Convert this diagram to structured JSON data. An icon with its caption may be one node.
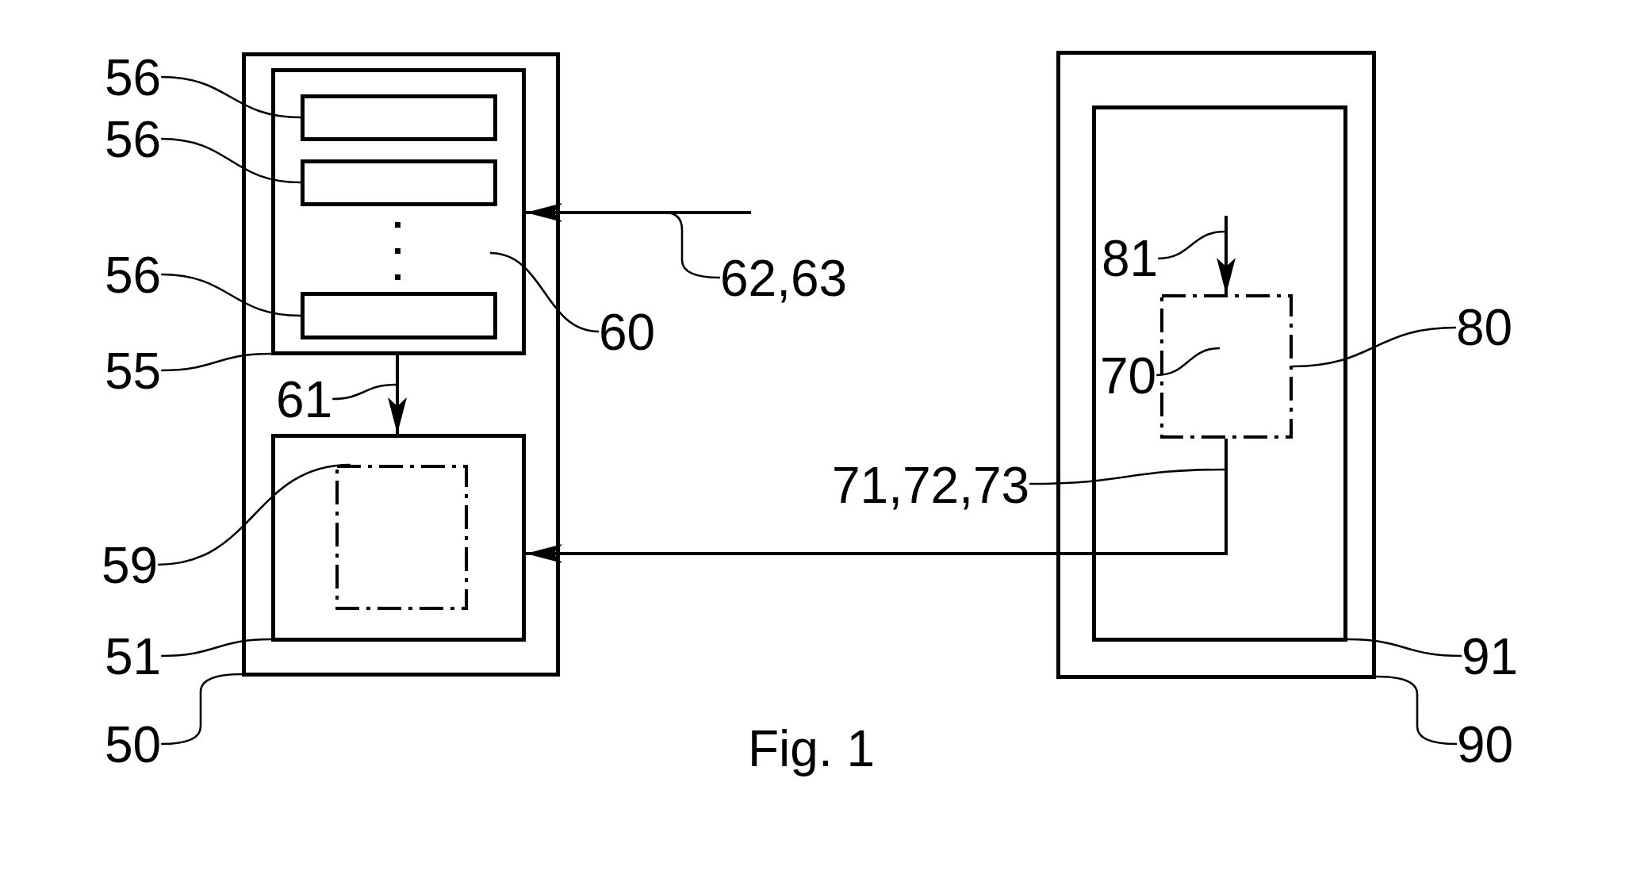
{
  "diagram": {
    "caption": "Fig. 1",
    "nodes": [
      {
        "text": [],
        "shape": "box"
      },
      {
        "text": [],
        "shape": "box",
        "in": 0
      },
      {
        "text": [],
        "shape": "box",
        "in": 1
      },
      {
        "text": [],
        "shape": "box",
        "in": 1
      },
      {
        "text": [],
        "shape": "box",
        "in": 1
      },
      {
        "text": [],
        "shape": "box",
        "in": 0
      },
      {
        "text": [],
        "shape": "box",
        "in": 5
      },
      {
        "text": [],
        "shape": "box"
      },
      {
        "text": [],
        "shape": "box",
        "in": 7
      },
      {
        "text": [],
        "shape": "box",
        "in": 8
      },
      {
        "text": [
          "56"
        ]
      },
      {
        "text": [
          "56"
        ]
      },
      {
        "text": [
          "56"
        ]
      },
      {
        "text": [
          "55"
        ]
      },
      {
        "text": [
          "61"
        ],
        "in": 0
      },
      {
        "text": [
          "59"
        ]
      },
      {
        "text": [
          "51"
        ]
      },
      {
        "text": [
          "50"
        ]
      },
      {
        "text": [
          "60"
        ]
      },
      {
        "text": [
          "62,63"
        ]
      },
      {
        "text": [
          "81"
        ],
        "in": 8
      },
      {
        "text": [
          "70"
        ],
        "in": 8
      },
      {
        "text": [
          "80"
        ]
      },
      {
        "text": [
          "71,72,73"
        ]
      },
      {
        "text": [
          "91"
        ]
      },
      {
        "text": [
          "90"
        ]
      }
    ],
    "edges": [
      {
        "from": null,
        "to": 1,
        "arrow": "to"
      },
      {
        "from": 1,
        "to": 5,
        "arrow": "to"
      },
      {
        "from": null,
        "to": 9,
        "arrow": "to"
      },
      {
        "from": 9,
        "to": 5,
        "arrow": "to"
      },
      {
        "from": 10,
        "to": 2,
        "arrow": "none"
      },
      {
        "from": 11,
        "to": 3,
        "arrow": "none"
      },
      {
        "from": 12,
        "to": 4,
        "arrow": "none"
      },
      {
        "from": 13,
        "to": 1,
        "arrow": "none"
      },
      {
        "from": 14,
        "to": null,
        "arrow": "none"
      },
      {
        "from": 15,
        "to": 6,
        "arrow": "none"
      },
      {
        "from": 16,
        "to": 5,
        "arrow": "none"
      },
      {
        "from": 17,
        "to": 0,
        "arrow": "none"
      },
      {
        "from": 18,
        "to": null,
        "arrow": "none"
      },
      {
        "from": 19,
        "to": null,
        "arrow": "none"
      },
      {
        "from": 20,
        "to": null,
        "arrow": "none"
      },
      {
        "from": 21,
        "to": 9,
        "arrow": "none"
      },
      {
        "from": 22,
        "to": 9,
        "arrow": "none"
      },
      {
        "from": 23,
        "to": null,
        "arrow": "none"
      },
      {
        "from": 24,
        "to": 8,
        "arrow": "none"
      },
      {
        "from": 25,
        "to": 7,
        "arrow": "none"
      }
    ]
  }
}
